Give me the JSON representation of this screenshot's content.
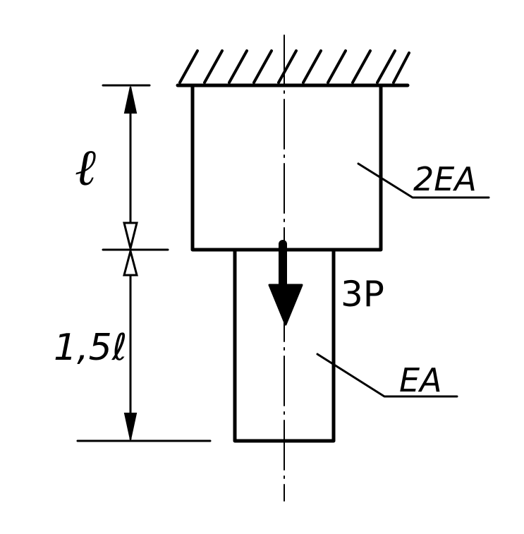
{
  "labels": {
    "upper_length": "ℓ",
    "lower_length": "1,5ℓ",
    "upper_stiffness": "2EA",
    "lower_stiffness": "EA",
    "load": "3P"
  }
}
